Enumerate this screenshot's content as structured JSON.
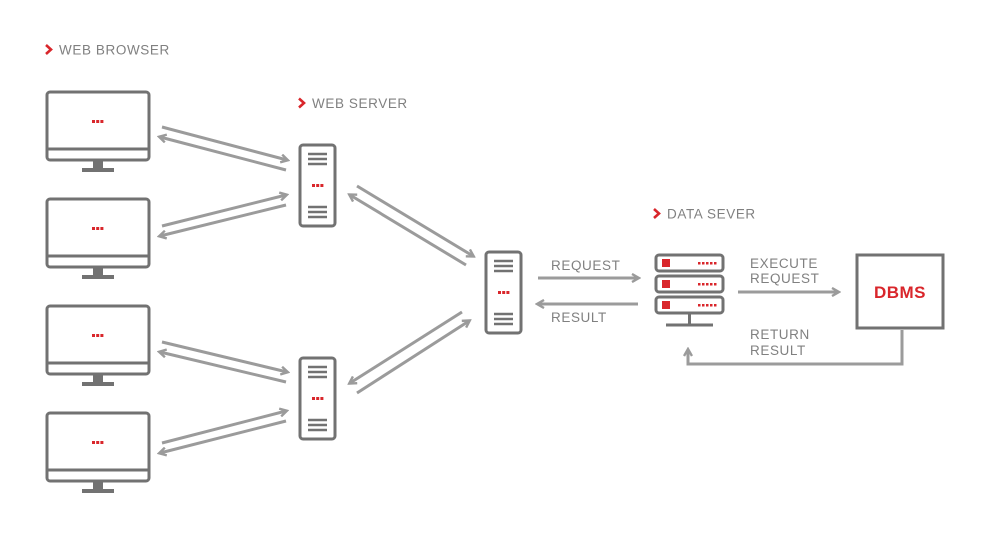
{
  "colors": {
    "accent": "#d9262b",
    "device": "#727272",
    "connector": "#9b9b9b",
    "label": "#808080"
  },
  "icons": {
    "chevron": "chevron-right-icon",
    "monitor": "monitor-icon",
    "server": "server-icon",
    "rack": "server-rack-icon",
    "database": "database-box"
  },
  "sections": {
    "web_browser": "WEB BROWSER",
    "web_server": "WEB SERVER",
    "data_server": "DATA SEVER"
  },
  "labels": {
    "request": "REQUEST",
    "result": "RESULT",
    "execute_line1": "EXECUTE",
    "execute_line2": "REQUEST",
    "return_line1": "RETURN",
    "return_line2": "RESULT"
  },
  "dbms": "DBMS"
}
